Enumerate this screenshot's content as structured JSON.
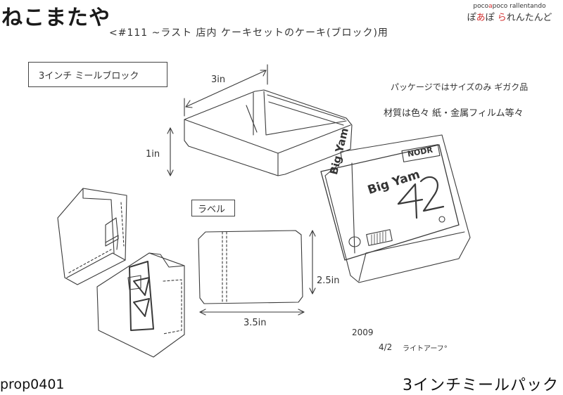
{
  "header": {
    "logo": "ねこまたや",
    "brand_top_prefix": "poco",
    "brand_top_accent": "a",
    "brand_top_suffix": "poco rallentando",
    "brand_bottom_prefix": "ぽ",
    "brand_bottom_accent1": "あ",
    "brand_bottom_mid": "ぽ ",
    "brand_bottom_accent2": "ら",
    "brand_bottom_suffix": "れんたんど"
  },
  "note_header": "<#111 ~ラスト 店内 ケーキセットのケーキ(ブロック)用",
  "box_label": "3インチ ミールブロック",
  "notes": {
    "package": "パッケージではサイズのみ ギガク品",
    "material": "材質は色々 紙・金属フィルム等々"
  },
  "dimensions": {
    "width_top": "3in",
    "height_top": "1in",
    "width_bottom": "3.5in",
    "height_bottom": "2.5in"
  },
  "label_tag": "ラベル",
  "package_art": {
    "brand": "Big Yam",
    "number": "42",
    "maker": "NODR"
  },
  "date": {
    "year": "2009",
    "day": "4/2",
    "sign": "ライトアーフ°"
  },
  "footer": {
    "code": "prop0401",
    "title": "3インチミールパック"
  }
}
